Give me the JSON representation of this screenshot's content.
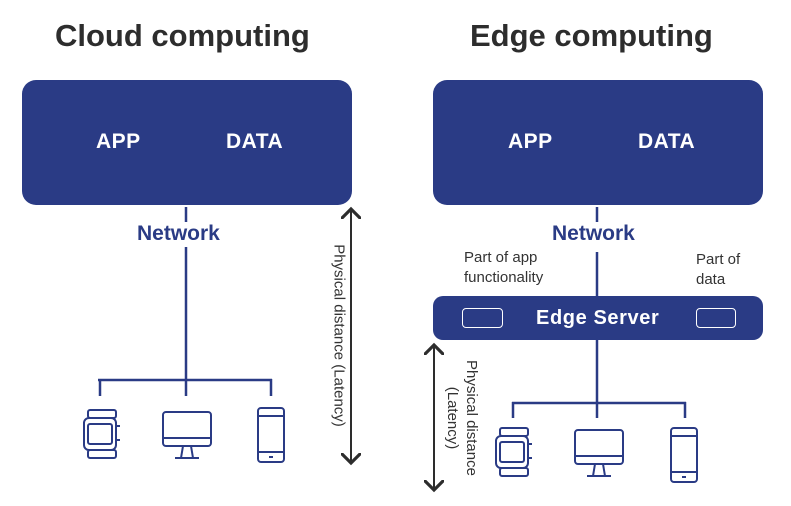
{
  "cloud": {
    "title": "Cloud computing",
    "app_label": "APP",
    "data_label": "DATA",
    "network_label": "Network",
    "latency_label": "Physical distance (Latency)"
  },
  "edge": {
    "title": "Edge computing",
    "app_label": "APP",
    "data_label": "DATA",
    "network_label": "Network",
    "part_app_line1": "Part of app",
    "part_app_line2": "functionality",
    "part_data_line1": "Part of",
    "part_data_line2": "data",
    "server_label": "Edge Server",
    "latency_line1": "Physical distance",
    "latency_line2": "(Latency)"
  },
  "colors": {
    "primary": "#2a3b85",
    "text": "#2d2d2d"
  },
  "icons": [
    "smartwatch-icon",
    "desktop-monitor-icon",
    "smartphone-icon"
  ]
}
